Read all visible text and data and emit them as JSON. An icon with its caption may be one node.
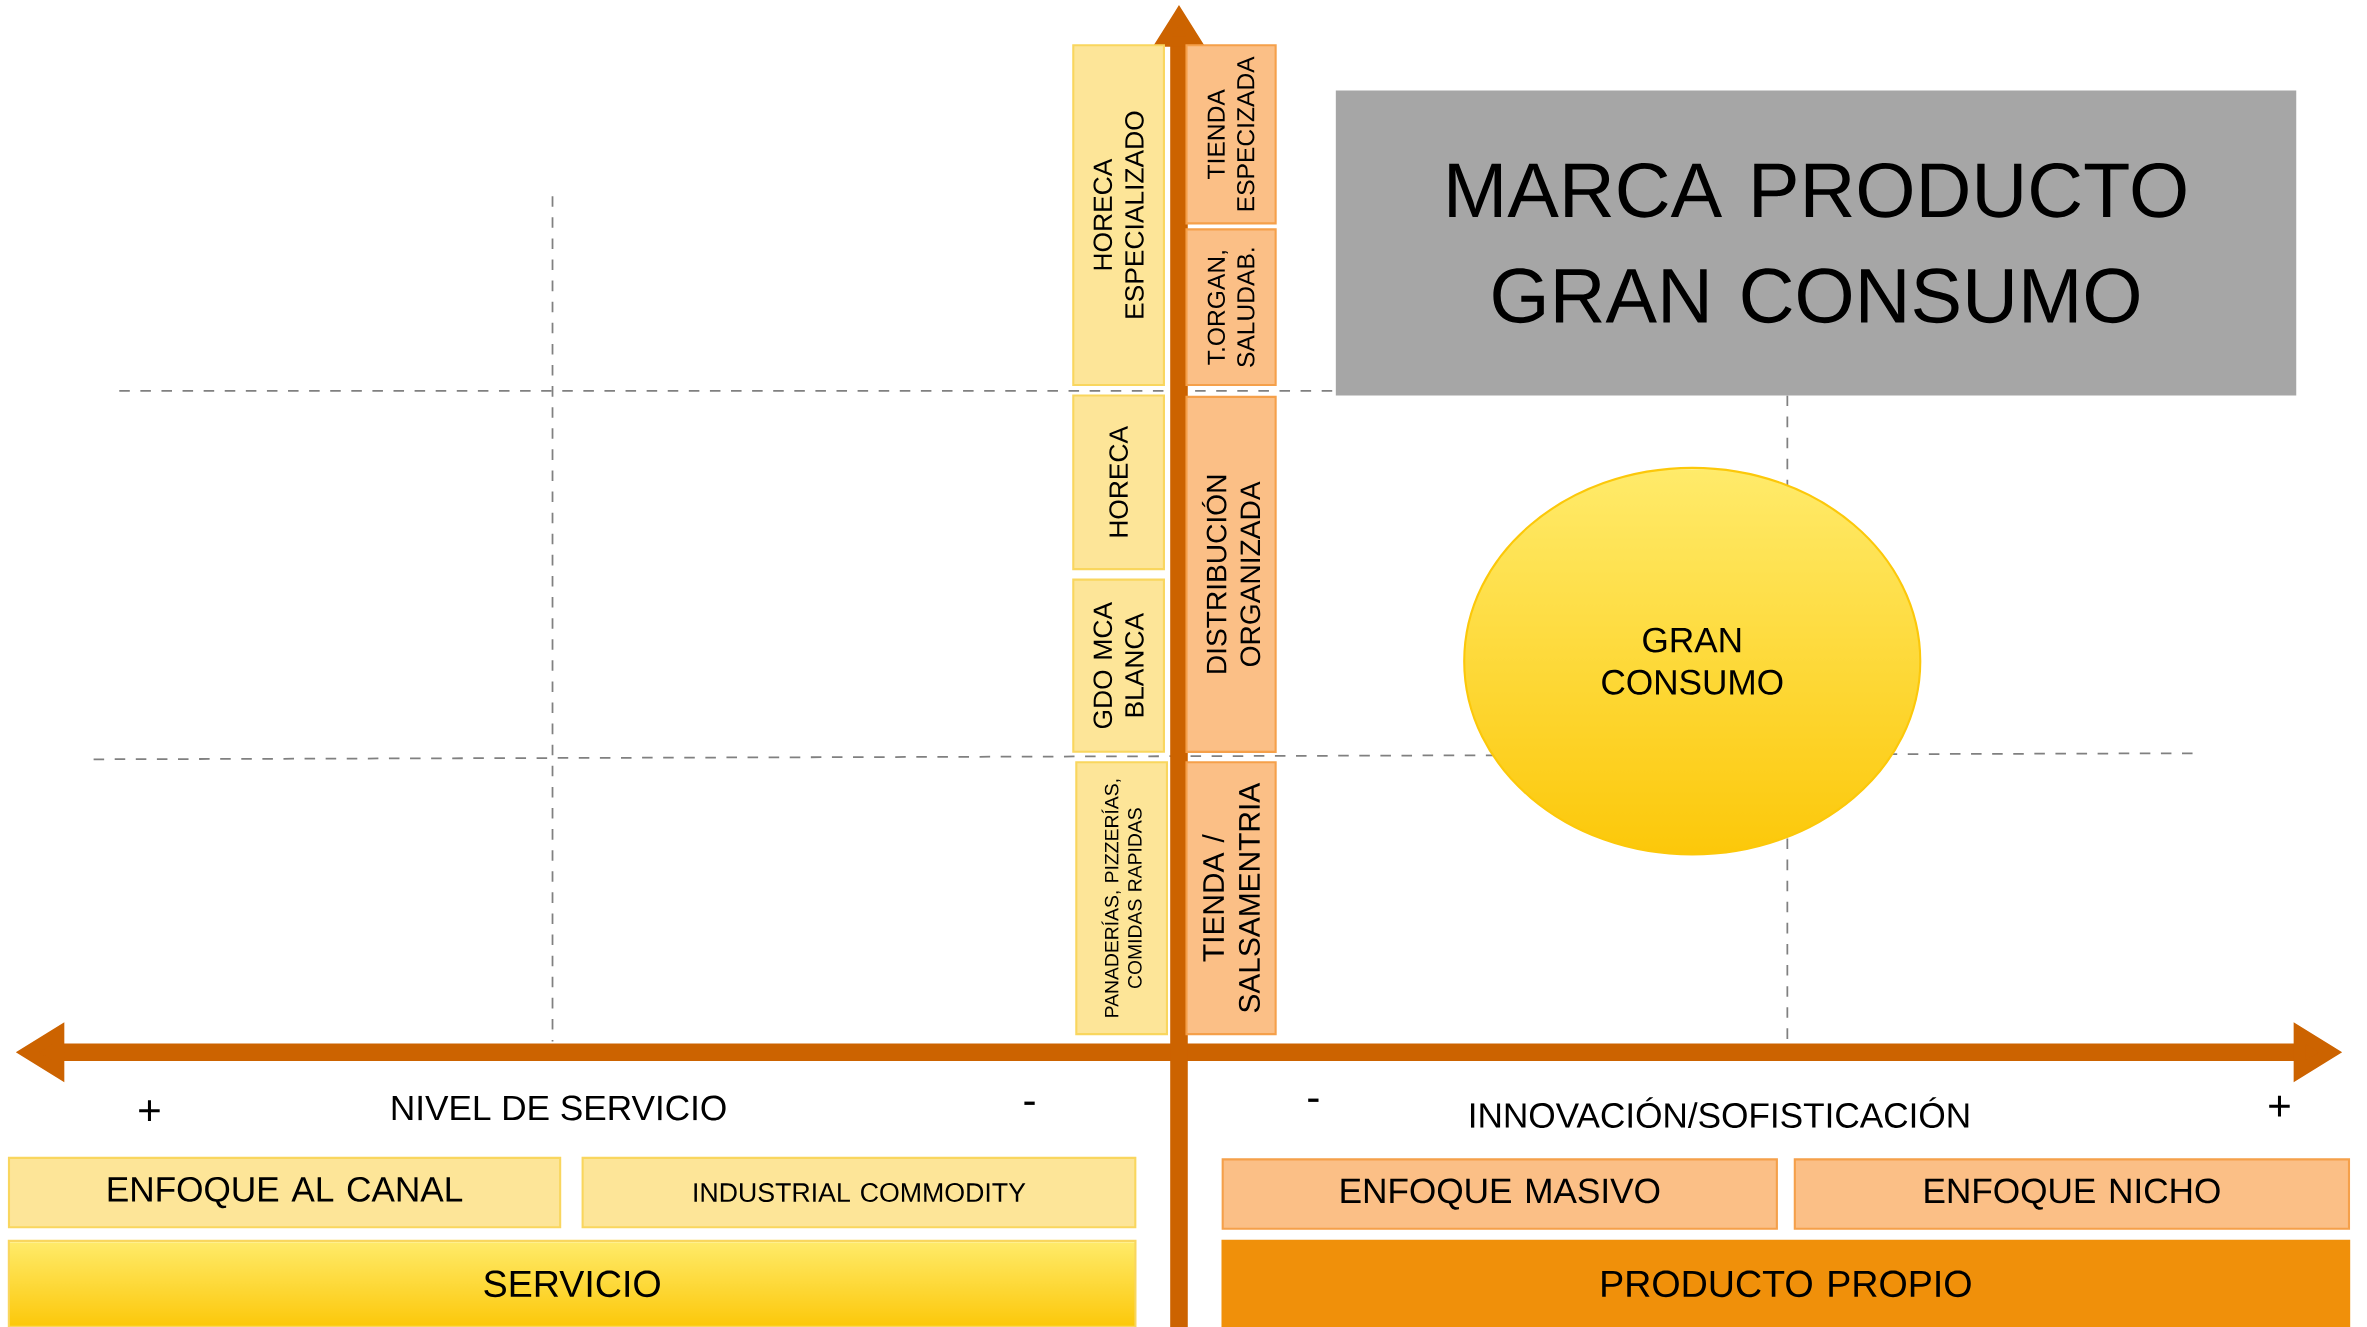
{
  "diagram": {
    "title": "MARCA PRODUCTO GRAN CONSUMO",
    "nodes": [
      {
        "text": [
          "HORECA ESPECIALIZADO"
        ]
      },
      {
        "text": [
          "TIENDA ESPECIZADA"
        ]
      },
      {
        "text": [
          "T.ORGAN, SALUDAB."
        ]
      },
      {
        "text": [
          "HORECA"
        ]
      },
      {
        "text": [
          "DISTRIBUCIÓN ORGANIZADA"
        ]
      },
      {
        "text": [
          "GDO MCA BLANCA"
        ]
      },
      {
        "text": [
          "PANADERÍAS, PIZZERÍAS, COMIDAS RAPIDAS"
        ]
      },
      {
        "text": [
          "TIENDA / SALSAMENTRIA"
        ]
      },
      {
        "text": [
          "GRAN CONSUMO"
        ]
      },
      {
        "text": [
          "ENFOQUE AL CANAL"
        ]
      },
      {
        "text": [
          "INDUSTRIAL COMMODITY"
        ]
      },
      {
        "text": [
          "ENFOQUE MASIVO"
        ]
      },
      {
        "text": [
          "ENFOQUE NICHO"
        ]
      },
      {
        "text": [
          "SERVICIO"
        ]
      },
      {
        "text": [
          "PRODUCTO PROPIO"
        ]
      }
    ],
    "labels": [
      "+",
      "NIVEL DE SERVICIO",
      "-",
      "-",
      "INNOVACIÓN/SOFISTICACIÓN",
      "+"
    ]
  }
}
